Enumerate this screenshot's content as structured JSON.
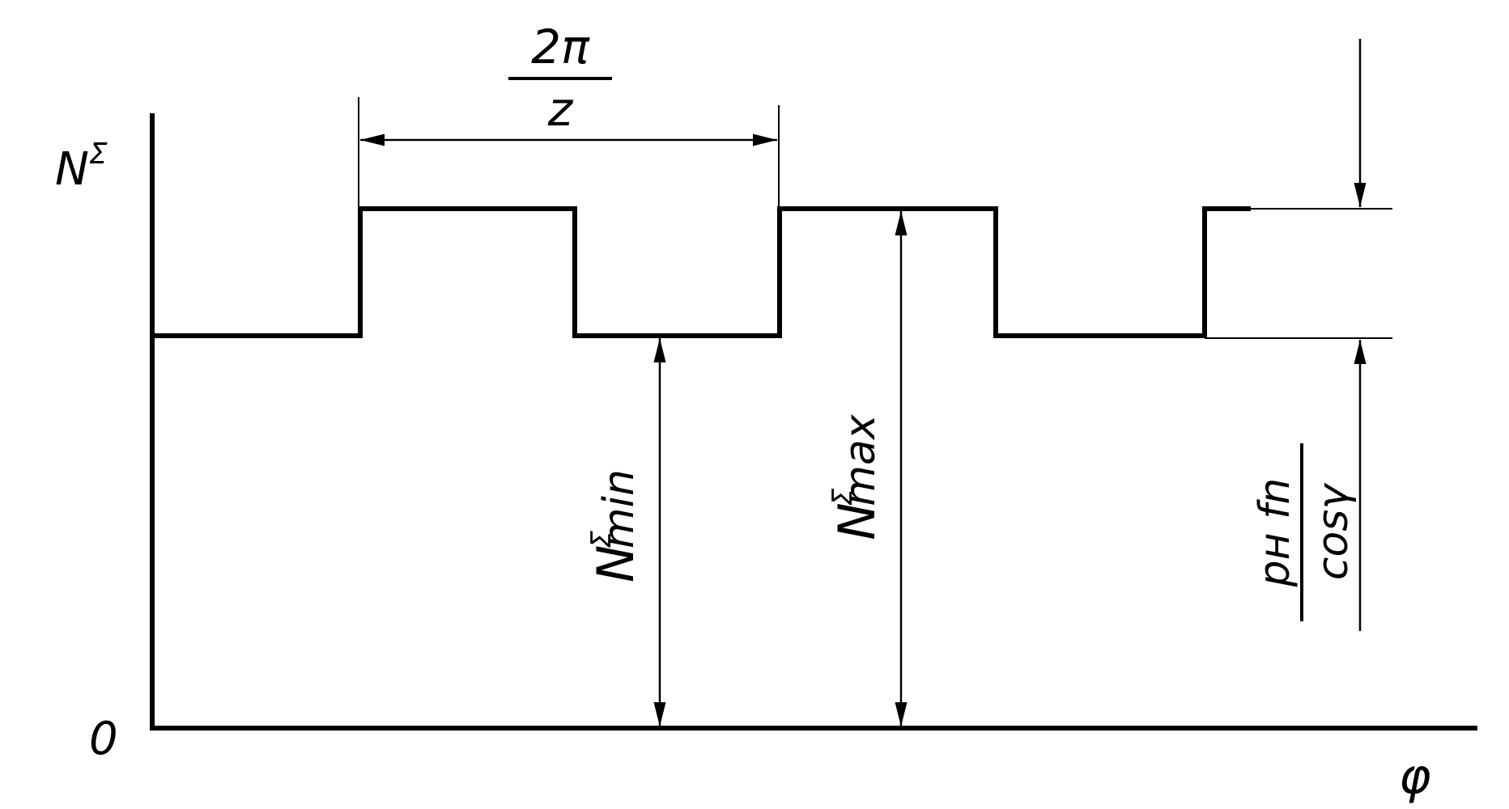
{
  "labels": {
    "y_axis": "N",
    "y_axis_sup": "Σ",
    "origin": "0",
    "x_axis": "φ",
    "period_num": "2π",
    "period_den": "z",
    "n_min": "N",
    "n_min_sup": "Σ",
    "n_min_sub": "min",
    "n_max": "N",
    "n_max_sup": "Σ",
    "n_max_sub": "max",
    "delta_num": "pн fn",
    "delta_den": "cosγ"
  },
  "colors": {
    "line": "#000000",
    "background": "#ffffff"
  }
}
